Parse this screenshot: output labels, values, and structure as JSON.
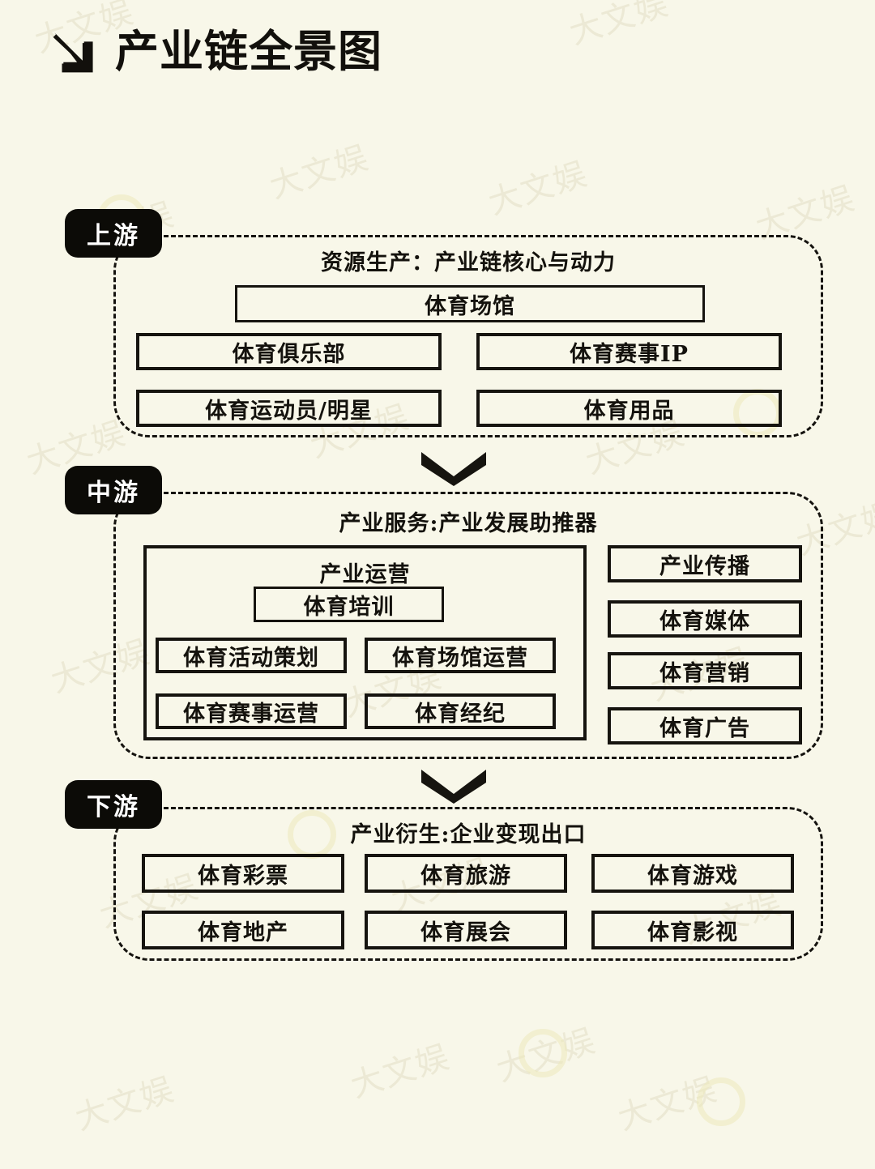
{
  "header": {
    "title": "产业链全景图",
    "arrow_icon": "arrow-down-right-icon"
  },
  "stages": [
    {
      "badge": "上游",
      "heading": "资源生产：产业链核心与动力",
      "rows": [
        [
          "体育场馆"
        ],
        [
          "体育俱乐部",
          "体育赛事IP"
        ],
        [
          "体育运动员/明星",
          "体育用品"
        ]
      ]
    },
    {
      "badge": "中游",
      "heading": "产业服务:产业发展助推器",
      "group": {
        "label": "产业运营",
        "featured": "体育培训",
        "grid": [
          [
            "体育活动策划",
            "体育场馆运营"
          ],
          [
            "体育赛事运营",
            "体育经纪"
          ]
        ]
      },
      "side_column": [
        "产业传播",
        "体育媒体",
        "体育营销",
        "体育广告"
      ]
    },
    {
      "badge": "下游",
      "heading": "产业衍生:企业变现出口",
      "rows": [
        [
          "体育彩票",
          "体育旅游",
          "体育游戏"
        ],
        [
          "体育地产",
          "体育展会",
          "体育影视"
        ]
      ]
    }
  ],
  "connectors": [
    {
      "icon": "chevron-down-icon"
    },
    {
      "icon": "chevron-down-icon"
    }
  ],
  "colors": {
    "background": "#f8f7e9",
    "ink": "#14120d",
    "badge_bg": "#0c0b07",
    "badge_text": "#ffffff"
  },
  "watermark": {
    "text": "大文娱",
    "marks": [
      "大",
      "娱",
      "文",
      "大文",
      "娱大"
    ]
  }
}
